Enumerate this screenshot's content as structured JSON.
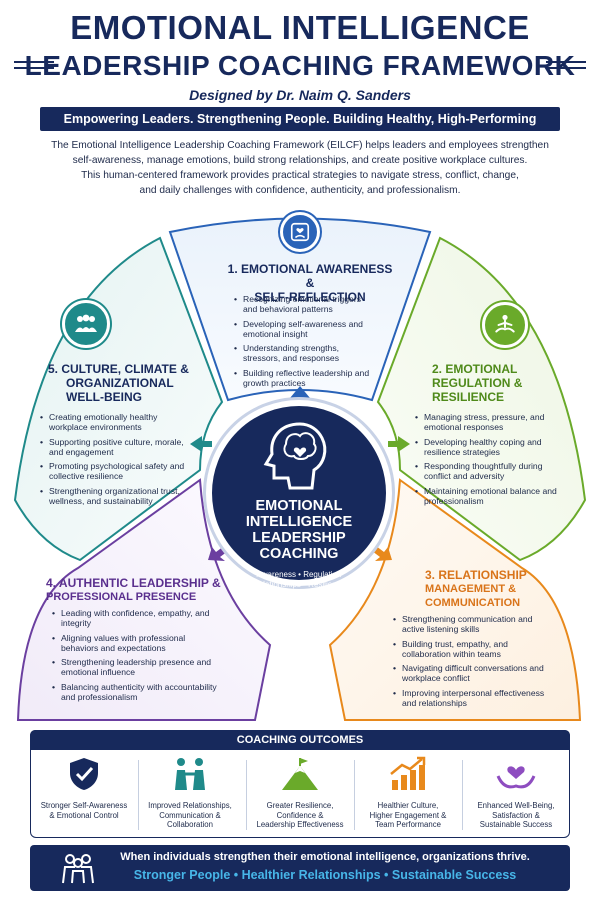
{
  "header": {
    "title_line1": "EMOTIONAL INTELLIGENCE",
    "title_line2": "LEADERSHIP COACHING FRAMEWORK",
    "designer": "Designed by Dr. Naim Q. Sanders",
    "banner": "Empowering Leaders. Strengthening People. Building Healthy, High-Performing Cultures.",
    "intro": [
      "The Emotional Intelligence Leadership Coaching Framework (EILCF) helps leaders and employees strengthen",
      "self-awareness, manage emotions, build strong relationships, and create positive workplace cultures.",
      "This human-centered framework provides practical strategies to navigate stress, conflict, change,",
      "and daily challenges with confidence, authenticity, and professionalism."
    ]
  },
  "sections": {
    "s1": {
      "title": [
        "1. EMOTIONAL AWARENESS &",
        "SELF-REFLECTION"
      ],
      "items": [
        "Recognizing emotional triggers and behavioral patterns",
        "Developing self-awareness and emotional insight",
        "Understanding strengths, stressors, and responses",
        "Building reflective leadership and growth practices"
      ],
      "icon": "heart-person-icon",
      "color": "#2a63b8"
    },
    "s2": {
      "title": [
        "2. EMOTIONAL",
        "REGULATION &",
        "RESILIENCE"
      ],
      "items": [
        "Managing stress, pressure, and emotional responses",
        "Developing healthy coping and resilience strategies",
        "Responding thoughtfully during conflict and adversity",
        "Maintaining emotional balance and professionalism"
      ],
      "icon": "meditation-icon",
      "color": "#6aaa2a"
    },
    "s3": {
      "title": [
        "3. RELATIONSHIP",
        "MANAGEMENT &",
        "COMMUNICATION"
      ],
      "items": [
        "Strengthening communication and active listening skills",
        "Building trust, empathy, and collaboration within teams",
        "Navigating difficult conversations and workplace conflict",
        "Improving interpersonal effectiveness and relationships"
      ],
      "icon": "handshake-icon",
      "color": "#e8891c"
    },
    "s4": {
      "title": [
        "4. AUTHENTIC LEADERSHIP &",
        "PROFESSIONAL PRESENCE"
      ],
      "items": [
        "Leading with confidence, empathy, and integrity",
        "Aligning values with professional behaviors and expectations",
        "Strengthening leadership presence and emotional influence",
        "Balancing authenticity with accountability and professionalism"
      ],
      "icon": "leader-icon",
      "color": "#6b3fa0"
    },
    "s5": {
      "title": [
        "5. CULTURE, CLIMATE &",
        "ORGANIZATIONAL",
        "WELL-BEING"
      ],
      "items": [
        "Creating emotionally healthy workplace environments",
        "Supporting positive culture, morale, and engagement",
        "Promoting psychological safety and collective resilience",
        "Strengthening organizational trust, wellness, and sustainability"
      ],
      "icon": "team-icon",
      "color": "#1f8a8a"
    }
  },
  "center": {
    "title": [
      "EMOTIONAL",
      "INTELLIGENCE",
      "LEADERSHIP",
      "COACHING"
    ],
    "sub": [
      "Awareness • Regulation",
      "Relationships • Resilience",
      "Leadership • Well-Being"
    ],
    "icon": "brain-head-icon"
  },
  "outcomes": {
    "heading": "COACHING OUTCOMES",
    "items": [
      {
        "label": [
          "Stronger Self-Awareness",
          "& Emotional Control"
        ],
        "icon": "shield-check-icon"
      },
      {
        "label": [
          "Improved Relationships,",
          "Communication &",
          "Collaboration"
        ],
        "icon": "people-icon"
      },
      {
        "label": [
          "Greater Resilience,",
          "Confidence &",
          "Leadership Effectiveness"
        ],
        "icon": "mountain-flag-icon"
      },
      {
        "label": [
          "Healthier Culture,",
          "Higher Engagement &",
          "Team Performance"
        ],
        "icon": "growth-chart-icon"
      },
      {
        "label": [
          "Enhanced Well-Being,",
          "Satisfaction &",
          "Sustainable Success"
        ],
        "icon": "heart-hands-icon"
      }
    ]
  },
  "footer": {
    "line1": "When individuals strengthen their emotional intelligence, organizations thrive.",
    "line2": "Stronger People  •  Healthier Relationships  •  Sustainable Success",
    "icon": "group-icon"
  },
  "colors": {
    "navy": "#17295c",
    "blue": "#2a63b8",
    "green": "#6aaa2a",
    "orange": "#e8891c",
    "purple": "#6b3fa0",
    "teal": "#1f8a8a",
    "accent": "#47b6e8"
  }
}
